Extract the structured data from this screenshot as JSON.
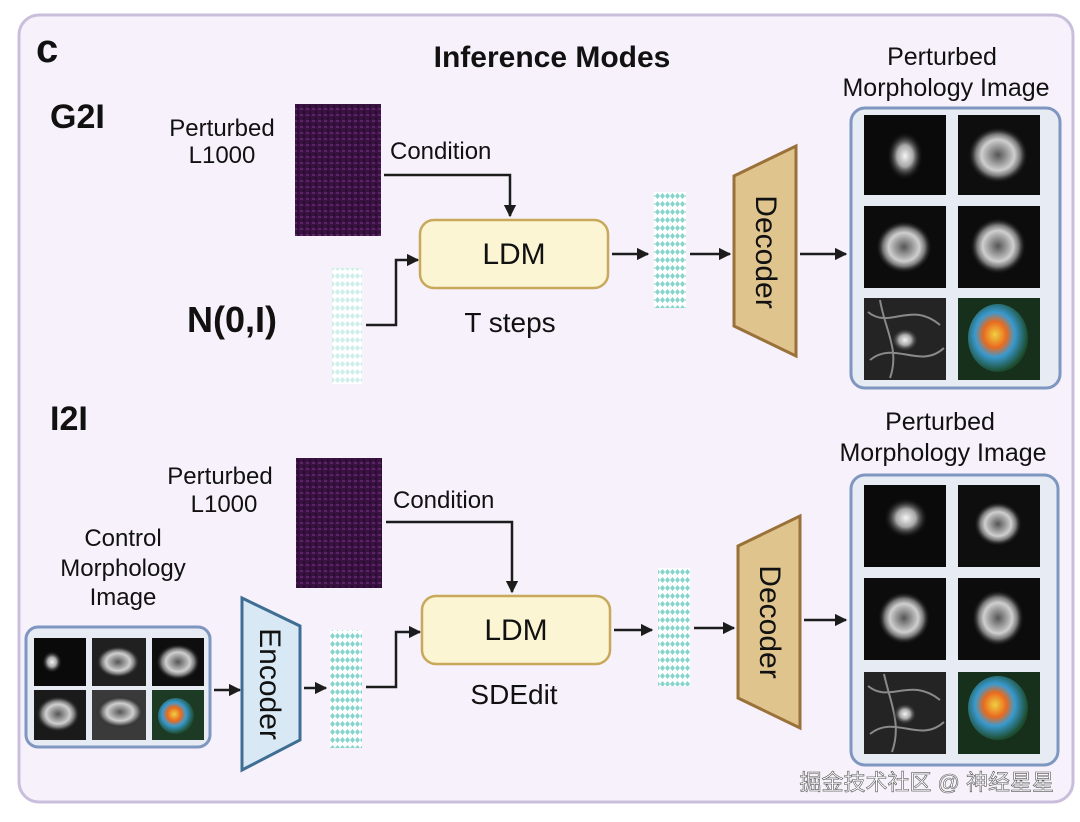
{
  "figure": {
    "panel_letter": "c",
    "title": "Inference Modes",
    "watermark": "掘金技术社区 @ 神经星星"
  },
  "g2i": {
    "label": "G2I",
    "perturbed_label_line1": "Perturbed",
    "perturbed_label_line2": "L1000",
    "condition": "Condition",
    "noise": "N(0,I)",
    "ldm": "LDM",
    "steps": "T steps",
    "decoder": "Decoder",
    "output_title_line1": "Perturbed",
    "output_title_line2": "Morphology Image"
  },
  "i2i": {
    "label": "I2I",
    "perturbed_label_line1": "Perturbed",
    "perturbed_label_line2": "L1000",
    "condition": "Condition",
    "control_line1": "Control",
    "control_line2": "Morphology",
    "control_line3": "Image",
    "encoder": "Encoder",
    "ldm": "LDM",
    "method": "SDEdit",
    "decoder": "Decoder",
    "output_title_line1": "Perturbed",
    "output_title_line2": "Morphology Image"
  },
  "colors": {
    "panel_bg": "#f6f1fb",
    "panel_border": "#c9bedb",
    "ldm_fill": "#fbf5d4",
    "ldm_stroke": "#c8a85a",
    "decoder_fill": "#dfc48e",
    "decoder_stroke": "#9a7138",
    "encoder_fill": "#d8e8f4",
    "encoder_stroke": "#3f6e94",
    "latent": "#86d4cb",
    "heatmap": "#3a1242",
    "image_box_border": "#7f97c0"
  }
}
